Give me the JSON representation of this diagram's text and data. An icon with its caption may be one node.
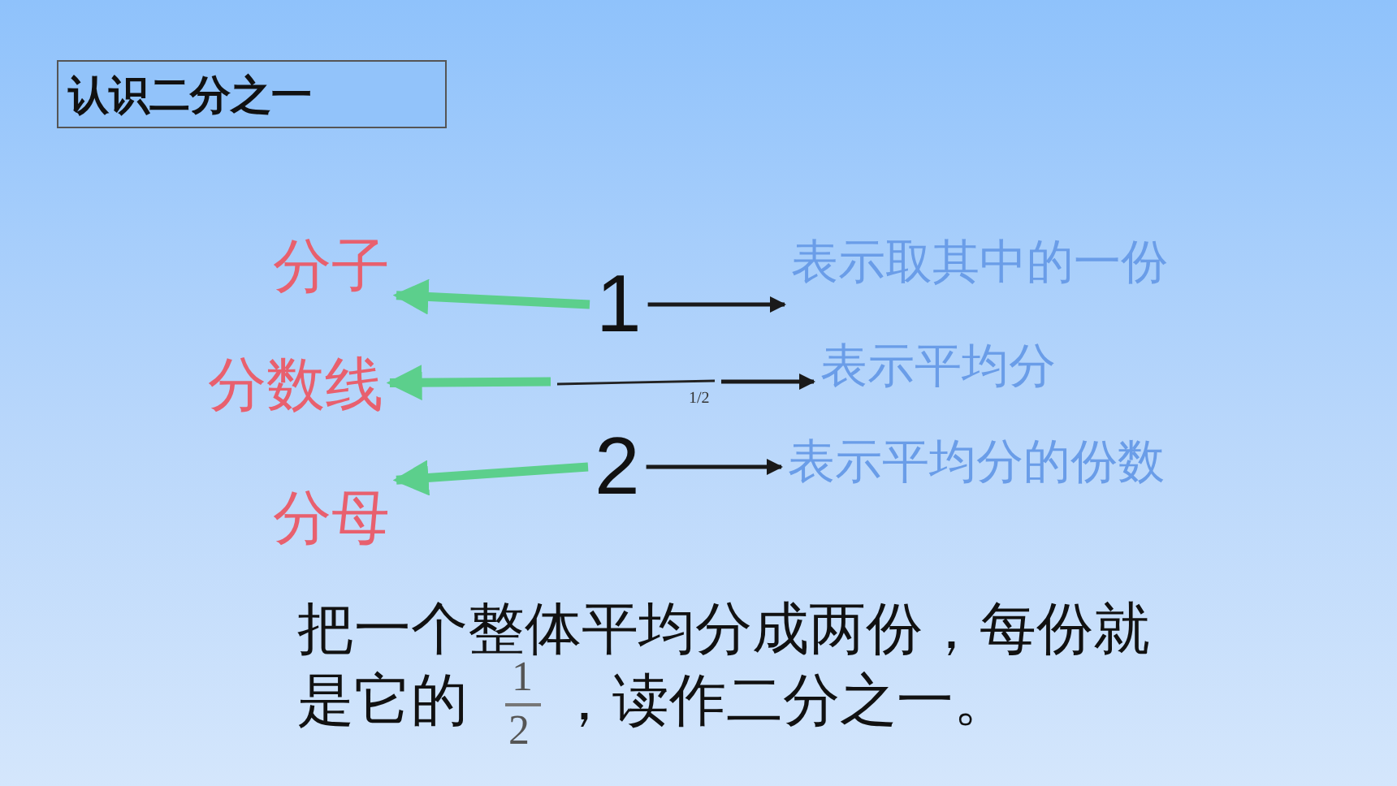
{
  "diagram": {
    "title": "认识二分之一",
    "nodes": [
      {
        "text": [
          "分子"
        ]
      },
      {
        "text": [
          "分数线"
        ]
      },
      {
        "text": [
          "分母"
        ]
      },
      {
        "text": [
          "1"
        ]
      },
      {
        "text": [],
        "shape": "bar",
        "beside": [
          "1/2"
        ]
      },
      {
        "text": [
          "2"
        ]
      },
      {
        "text": [
          "表示取其中的一份"
        ]
      },
      {
        "text": [
          "表示平均分"
        ]
      },
      {
        "text": [
          "表示平均分的份数"
        ]
      }
    ],
    "edges": [
      {
        "from": 3,
        "to": 0,
        "arrow": "to",
        "style": "thick",
        "color": "#5ccf8c"
      },
      {
        "from": 4,
        "to": 1,
        "arrow": "to",
        "style": "thick",
        "color": "#5ccf8c"
      },
      {
        "from": 5,
        "to": 2,
        "arrow": "to",
        "style": "thick",
        "color": "#5ccf8c"
      },
      {
        "from": 3,
        "to": 6,
        "arrow": "to",
        "color": "#1a1a1a"
      },
      {
        "from": 4,
        "to": 7,
        "arrow": "to",
        "color": "#1a1a1a"
      },
      {
        "from": 5,
        "to": 8,
        "arrow": "to",
        "color": "#1a1a1a"
      }
    ],
    "labels": [
      "把一个整体平均分成两份，每份就是它的",
      "1",
      "2",
      "，读作二分之一。"
    ]
  }
}
